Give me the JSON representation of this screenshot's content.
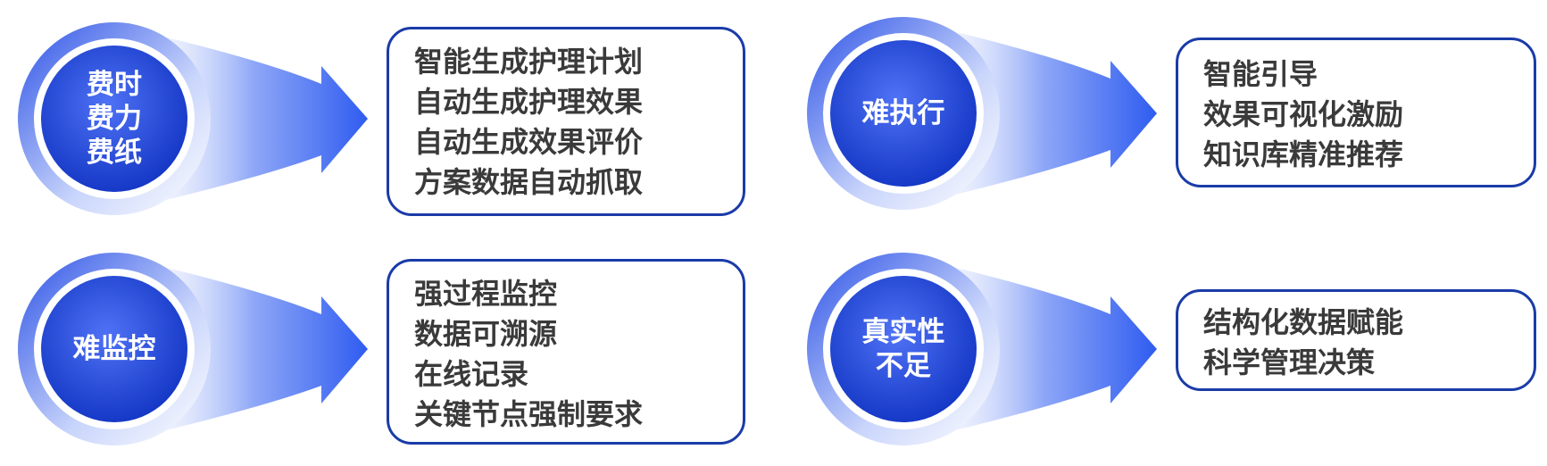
{
  "colors": {
    "circle_dark": "#0c2fbf",
    "circle_light": "#3f66f2",
    "arrow": "#2f5cf0",
    "box_border": "#1a3ba8",
    "text": "#3a3a3a"
  },
  "blocks": [
    {
      "circle_lines": [
        "费时",
        "费力",
        "费纸"
      ],
      "items": [
        "智能生成护理计划",
        "自动生成护理效果",
        "自动生成效果评价",
        "方案数据自动抓取"
      ]
    },
    {
      "circle_lines": [
        "难执行"
      ],
      "items": [
        "智能引导",
        "效果可视化激励",
        "知识库精准推荐"
      ]
    },
    {
      "circle_lines": [
        "难监控"
      ],
      "items": [
        "强过程监控",
        "数据可溯源",
        "在线记录",
        "关键节点强制要求"
      ]
    },
    {
      "circle_lines": [
        "真实性",
        "不足"
      ],
      "items": [
        "结构化数据赋能",
        "科学管理决策"
      ]
    }
  ]
}
